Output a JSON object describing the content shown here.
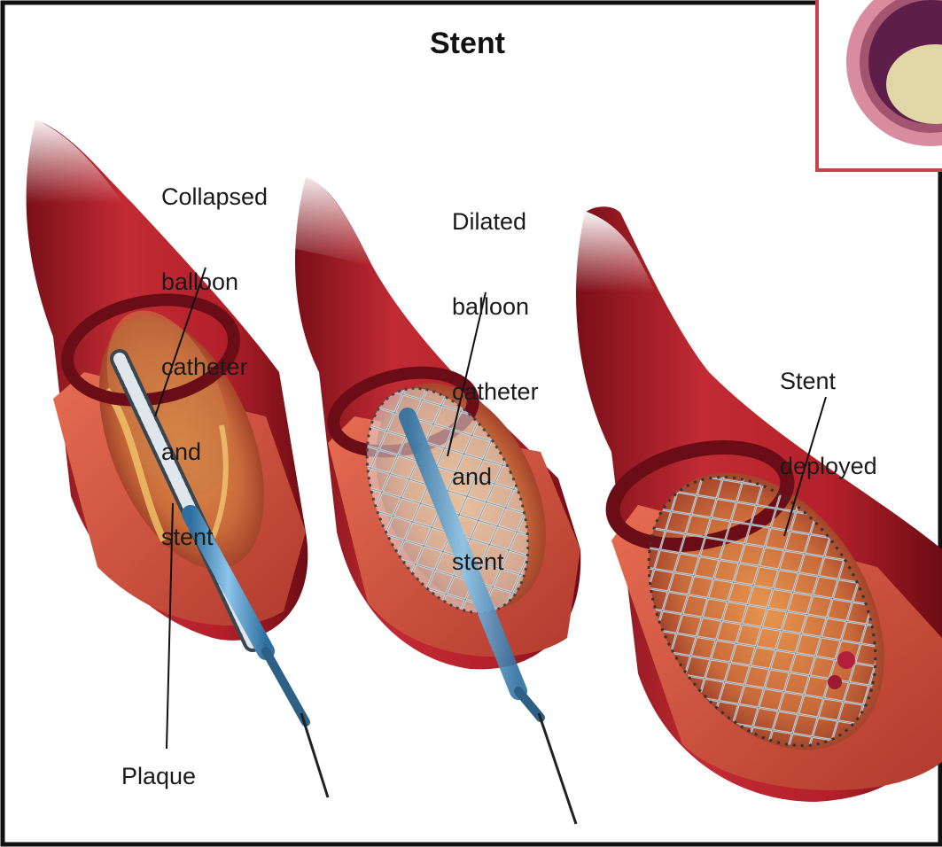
{
  "title": "Stent",
  "labels": {
    "collapsed": [
      "Collapsed",
      "balloon",
      "catheter",
      "and",
      "stent"
    ],
    "dilated": [
      "Dilated",
      "balloon",
      "catheter",
      "and",
      "stent"
    ],
    "deployed": [
      "Stent",
      "deployed"
    ],
    "plaque": "Plaque"
  },
  "colors": {
    "artery_outer": "#b3202a",
    "artery_dark": "#7a0f18",
    "artery_wall": "#d9604a",
    "plaque": "#e7a35a",
    "stent_mesh": "#cfd8de",
    "catheter": "#4f95c7",
    "inset_border": "#c8414f"
  }
}
